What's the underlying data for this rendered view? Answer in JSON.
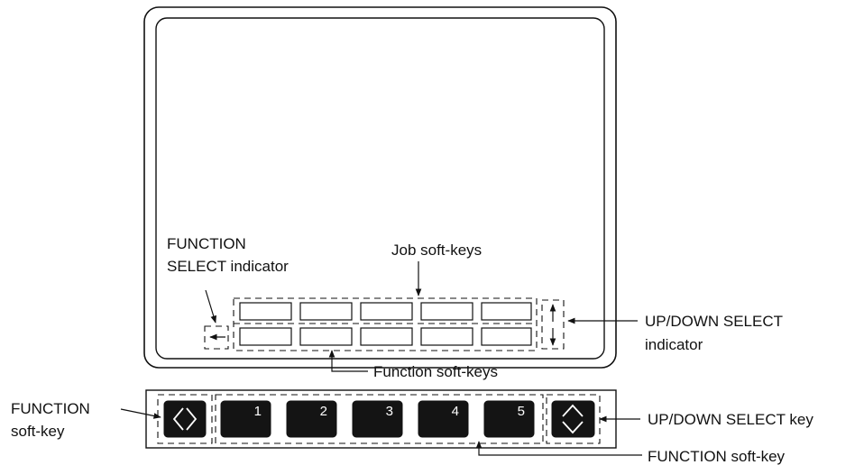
{
  "labels": {
    "function_select_indicator": [
      "FUNCTION",
      "SELECT indicator"
    ],
    "job_soft_keys": "Job soft-keys",
    "up_down_select_indicator": [
      "UP/DOWN SELECT",
      "indicator"
    ],
    "function_soft_keys": "Function soft-keys",
    "function_soft_key_left": [
      "FUNCTION",
      "soft-key"
    ],
    "up_down_select_key": "UP/DOWN SELECT key",
    "function_soft_key_bottom": "FUNCTION soft-key"
  },
  "keypad": {
    "numbered_keys": [
      "1",
      "2",
      "3",
      "4",
      "5"
    ],
    "function_key_icon": "left-right-chevron-icon",
    "up_down_key_icon": "up-down-chevron-icon"
  },
  "indicators": {
    "function_select_icon": "left-arrow-icon",
    "up_down_select_icon": "up-down-arrow-icon"
  },
  "colors": {
    "line": "#111111",
    "key_fill": "#141414",
    "background": "#ffffff"
  }
}
